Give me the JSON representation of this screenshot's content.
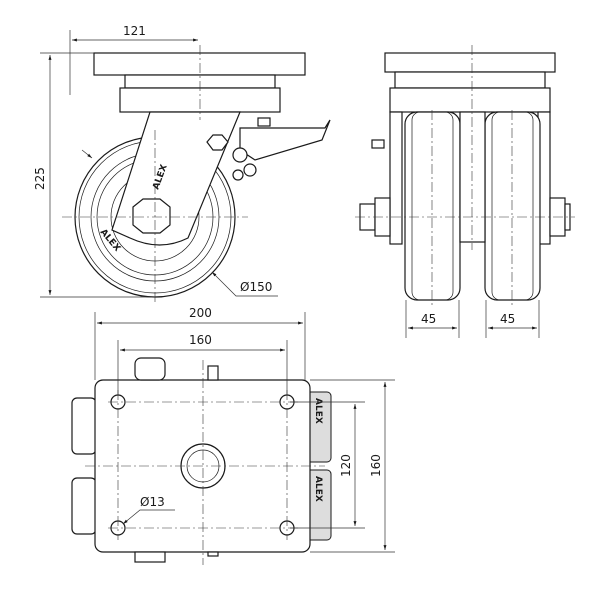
{
  "dimensions": {
    "side_plate_offset": "121",
    "overall_height": "225",
    "wheel_diameter": "Ø150",
    "wheel_width_left": "45",
    "wheel_width_right": "45",
    "plate_length": "200",
    "hole_spacing_length": "160",
    "hole_spacing_width": "120",
    "plate_width": "160",
    "hole_diameter": "Ø13"
  },
  "brand": "ALEX"
}
